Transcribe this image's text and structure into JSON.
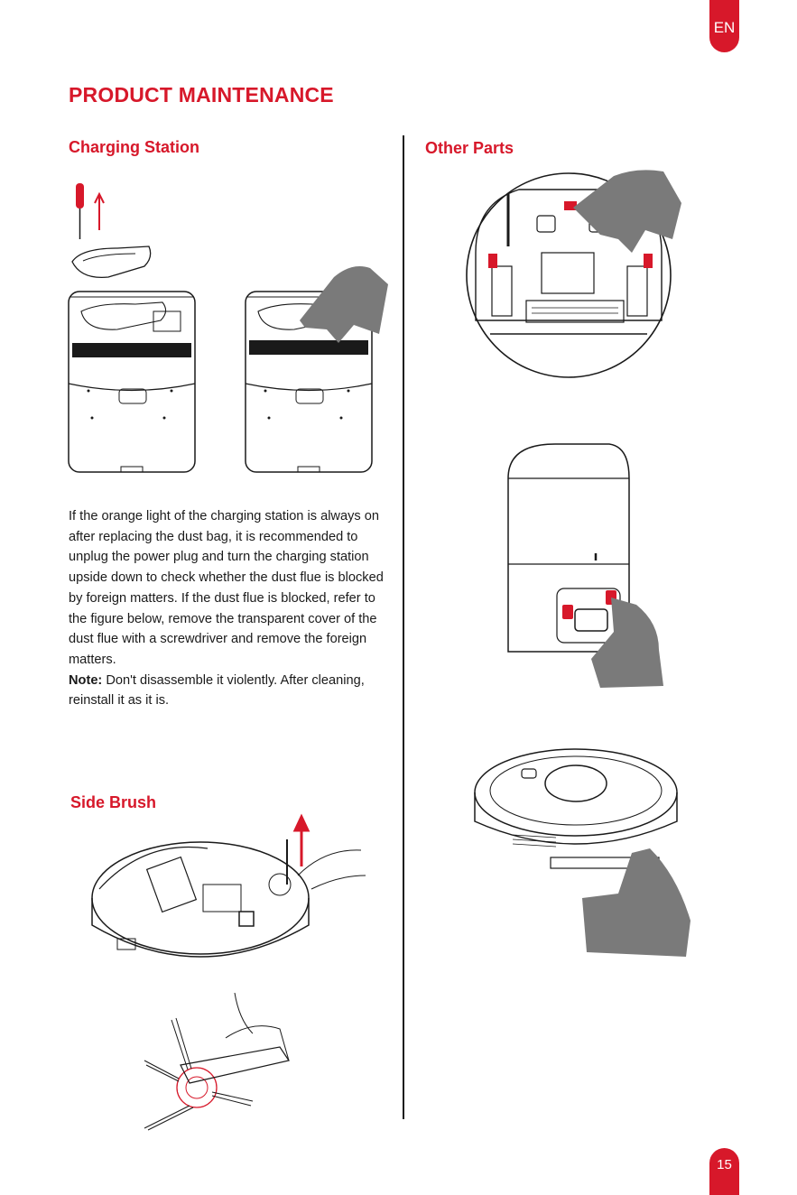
{
  "language_tab": "EN",
  "page_number": "15",
  "title": "PRODUCT MAINTENANCE",
  "sections": {
    "charging_station": {
      "title": "Charging Station",
      "body": "If the orange light of the charging station is always on after replacing the dust bag, it is recommended to unplug the power plug and turn the charging station upside down to check whether the dust flue is blocked by foreign matters. If the dust flue is blocked, refer to the figure below, remove the transparent cover of the dust flue with a screwdriver and remove the foreign matters.",
      "note_label": "Note:",
      "note_text": " Don't disassemble it violently. After cleaning, reinstall it as it is."
    },
    "side_brush": {
      "title": "Side Brush"
    },
    "other_parts": {
      "title": "Other Parts"
    }
  },
  "colors": {
    "accent": "#d7182a",
    "text": "#1a1a1a",
    "glove": "#7a7a7a"
  }
}
